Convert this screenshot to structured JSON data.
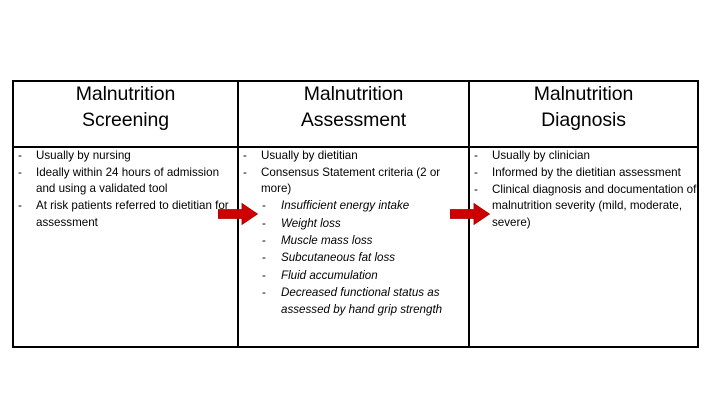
{
  "diagram": {
    "title_note": "Malnutrition care pathway three-stage table",
    "accent_color": "#CC0000",
    "border_color": "#000000",
    "columns": [
      {
        "id": "screening",
        "header_line1": "Malnutrition",
        "header_line2": "Screening",
        "bullets": [
          {
            "dash": "-",
            "text": "Usually by nursing"
          },
          {
            "dash": "-",
            "text": "Ideally within 24 hours of admission and using a validated tool"
          },
          {
            "dash": "-",
            "text": "At risk patients referred to dietitian for assessment"
          }
        ],
        "sub_bullets": []
      },
      {
        "id": "assessment",
        "header_line1": "Malnutrition",
        "header_line2": "Assessment",
        "bullets": [
          {
            "dash": "-",
            "text": "Usually by dietitian"
          },
          {
            "dash": "-",
            "text": "Consensus Statement criteria (2 or more)"
          }
        ],
        "sub_bullets": [
          {
            "dash": "-",
            "text": "Insufficient energy intake"
          },
          {
            "dash": "-",
            "text": "Weight loss"
          },
          {
            "dash": "-",
            "text": "Muscle mass loss"
          },
          {
            "dash": "-",
            "text": "Subcutaneous fat loss"
          },
          {
            "dash": "-",
            "text": "Fluid accumulation"
          },
          {
            "dash": "-",
            "text": "Decreased functional status as assessed by hand grip strength"
          }
        ]
      },
      {
        "id": "diagnosis",
        "header_line1": "Malnutrition",
        "header_line2": "Diagnosis",
        "bullets": [
          {
            "dash": "-",
            "text": "Usually by clinician"
          },
          {
            "dash": "-",
            "text": "Informed by the dietitian assessment"
          },
          {
            "dash": "-",
            "text": "Clinical diagnosis and documentation of malnutrition severity (mild, moderate, severe)"
          }
        ],
        "sub_bullets": []
      }
    ],
    "arrows": [
      {
        "id": "arrow-screening-to-assessment",
        "icon": "right-arrow-icon"
      },
      {
        "id": "arrow-assessment-to-diagnosis",
        "icon": "right-arrow-icon"
      }
    ]
  }
}
